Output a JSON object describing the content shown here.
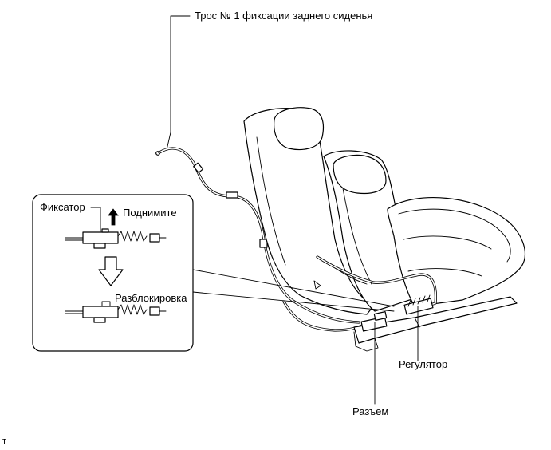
{
  "labels": {
    "cable": "Трос № 1 фиксации заднего сиденья",
    "latch": "Фиксатор",
    "lift": "Поднимите",
    "unlock": "Разблокировка",
    "regulator": "Регулятор",
    "connector": "Разъем",
    "corner_mark": "т"
  }
}
